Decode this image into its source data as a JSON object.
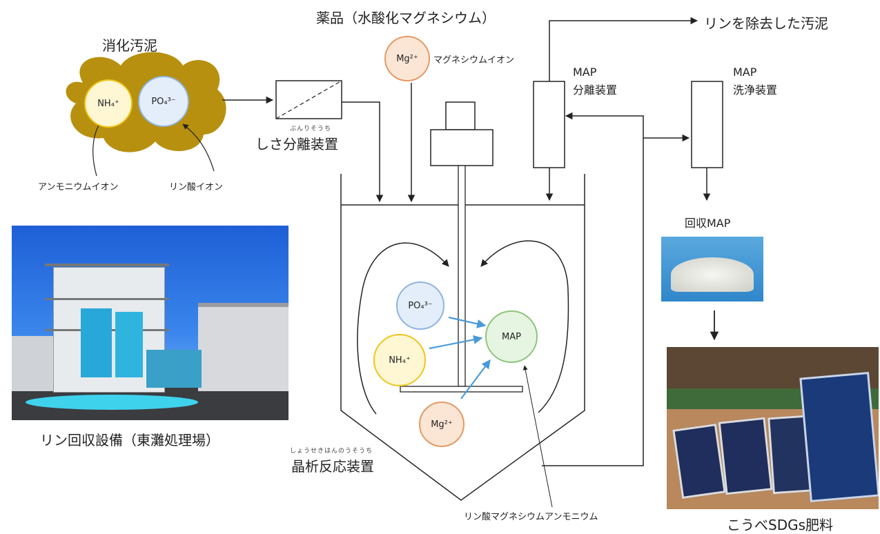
{
  "labels": {
    "digested_sludge": "消化汚泥",
    "chemical": "薬品（水酸化マグネシウム）",
    "mg_ion_label": "マグネシウムイオン",
    "sludge_removed": "リンを除去した汚泥",
    "map_separator": "MAP\n分離装置",
    "map_washer": "MAP\n洗浄装置",
    "screen_furigana": "ぶんりそうち",
    "screen_separator": "しさ分離装置",
    "ammonium_ion": "アンモニウムイオン",
    "phosphate_ion": "リン酸イオン",
    "recovered_map": "回収MAP",
    "reactor_furigana": "しょうせきはんのうそうち",
    "reactor": "晶析反応装置",
    "map_full": "リン酸マグネシウムアンモニウム",
    "facility_caption": "リン回収設備（東灘処理場）",
    "fertilizer_caption": "こうべSDGs肥料"
  },
  "ions": {
    "nh4": "NH₄⁺",
    "po4": "PO₄³⁻",
    "mg": "Mg²⁺",
    "map": "MAP"
  },
  "colors": {
    "sludge": "#b8900f",
    "nh4_fill": "#fff7d4",
    "nh4_stroke": "#f0c419",
    "po4_fill": "#e3eefa",
    "po4_stroke": "#8fb3dc",
    "mg_fill": "#fbe6d6",
    "mg_stroke": "#e39a66",
    "map_fill": "#e6f5e1",
    "map_stroke": "#8cc47a",
    "arrow_blue": "#4a9ad8"
  }
}
